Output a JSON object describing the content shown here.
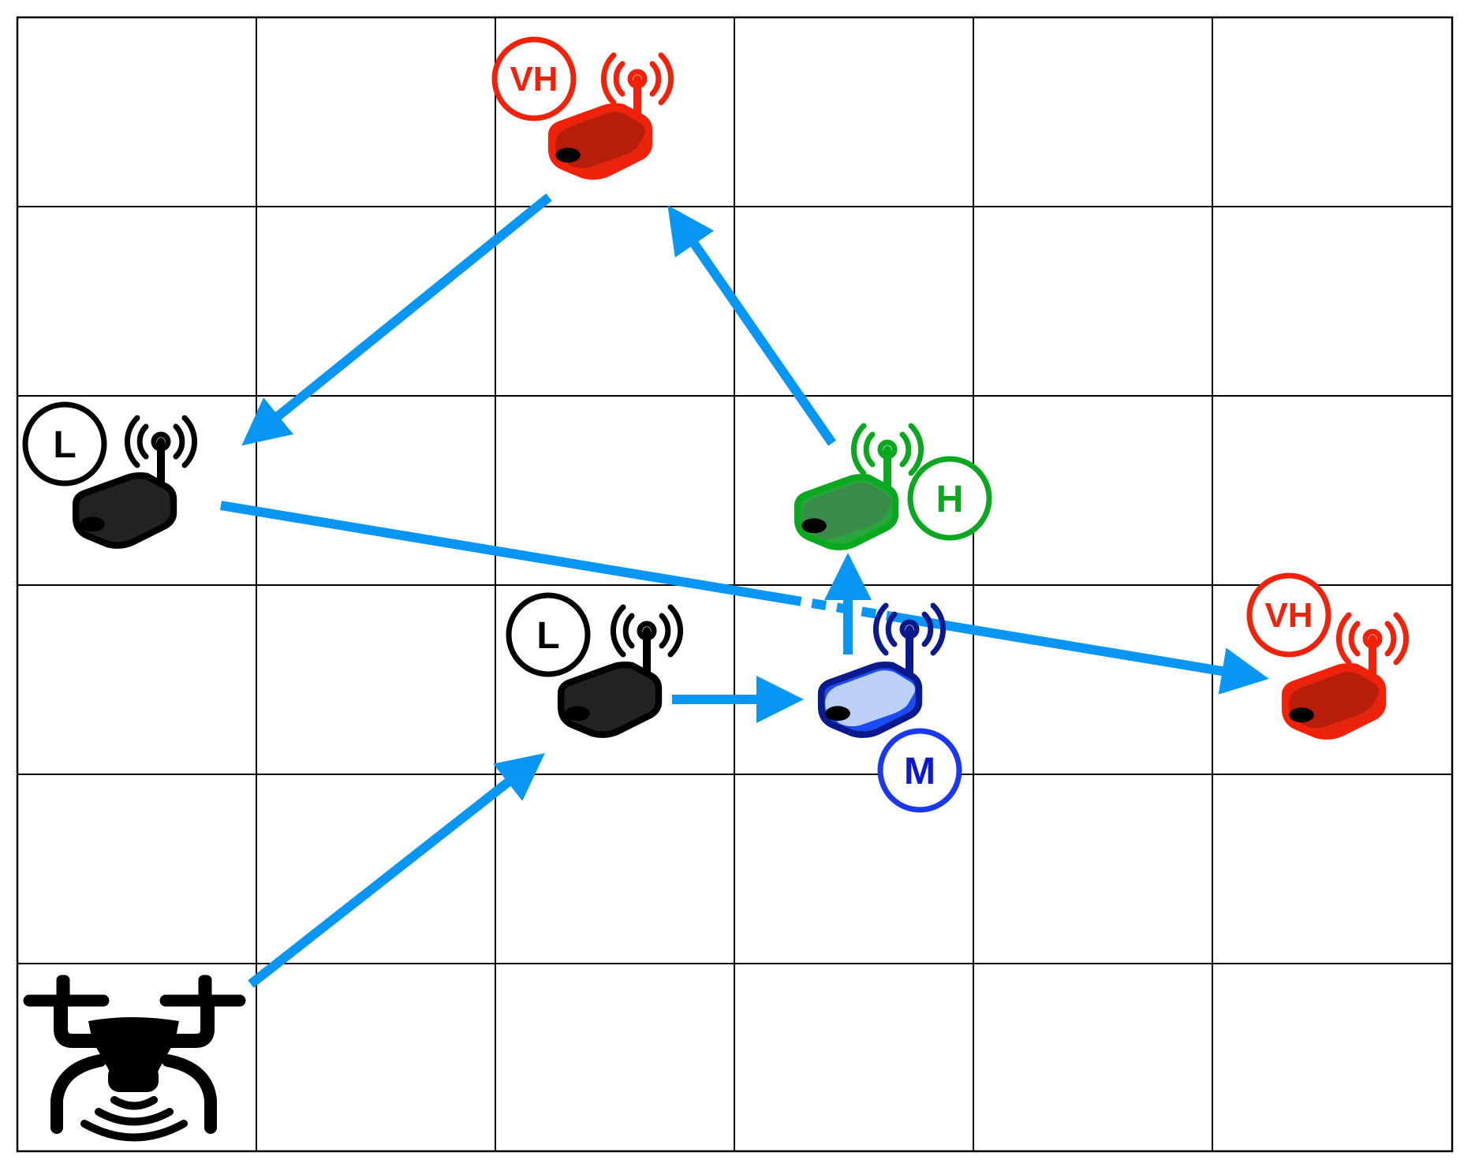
{
  "colors": {
    "path": "#0896f5",
    "grid": "#000000",
    "vh": "#f2220a",
    "h": "#0aa81e",
    "m": "#1a37f2",
    "l": "#000000"
  },
  "grid": {
    "cols": 6,
    "rows": 6
  },
  "nodes": [
    {
      "id": "vh-top",
      "level_label": "VH",
      "kind": "sensor",
      "color_key": "vh",
      "icon": "wireless-sensor-icon"
    },
    {
      "id": "l-left",
      "level_label": "L",
      "kind": "sensor",
      "color_key": "l",
      "icon": "wireless-sensor-icon"
    },
    {
      "id": "h-mid",
      "level_label": "H",
      "kind": "sensor",
      "color_key": "h",
      "icon": "wireless-sensor-icon"
    },
    {
      "id": "l-center",
      "level_label": "L",
      "kind": "sensor",
      "color_key": "l",
      "icon": "wireless-sensor-icon"
    },
    {
      "id": "m-center",
      "level_label": "M",
      "kind": "sensor",
      "color_key": "m",
      "icon": "wireless-sensor-icon"
    },
    {
      "id": "vh-right",
      "level_label": "VH",
      "kind": "sensor",
      "color_key": "vh",
      "icon": "wireless-sensor-icon"
    },
    {
      "id": "drone",
      "kind": "drone",
      "icon": "drone-icon"
    }
  ],
  "path_order": [
    "drone",
    "l-center",
    "m-center",
    "h-mid",
    "vh-top",
    "l-left",
    "vh-right"
  ]
}
